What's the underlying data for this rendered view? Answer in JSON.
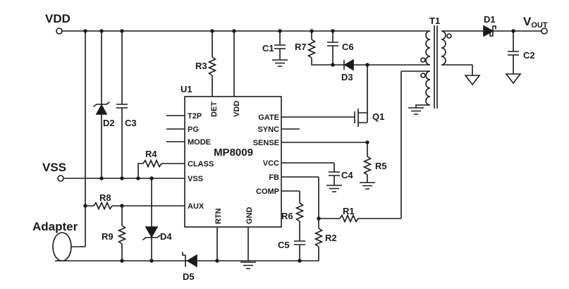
{
  "colors": {
    "ink": "#1a1a1a",
    "background": "#ffffff"
  },
  "terminals": {
    "vdd": "VDD",
    "vss": "VSS",
    "adapter": "Adapter",
    "vout_base": "V",
    "vout_sub": "OUT"
  },
  "ic": {
    "ref": "U1",
    "part": "MP8009",
    "pins": {
      "left": [
        "T2P",
        "PG",
        "MODE",
        "CLASS",
        "VSS",
        "AUX"
      ],
      "right": [
        "GATE",
        "SYNC",
        "SENSE",
        "VCC",
        "FB",
        "COMP"
      ],
      "top": [
        "DET",
        "VDD"
      ],
      "bottom": [
        "RTN",
        "GND"
      ]
    }
  },
  "components": {
    "r1": "R1",
    "r2": "R2",
    "r3": "R3",
    "r4": "R4",
    "r5": "R5",
    "r6": "R6",
    "r7": "R7",
    "r8": "R8",
    "r9": "R9",
    "c1": "C1",
    "c2": "C2",
    "c3": "C3",
    "c4": "C4",
    "c5": "C5",
    "c6": "C6",
    "d1": "D1",
    "d2": "D2",
    "d3": "D3",
    "d4": "D4",
    "d5": "D5",
    "q1": "Q1",
    "t1": "T1"
  }
}
